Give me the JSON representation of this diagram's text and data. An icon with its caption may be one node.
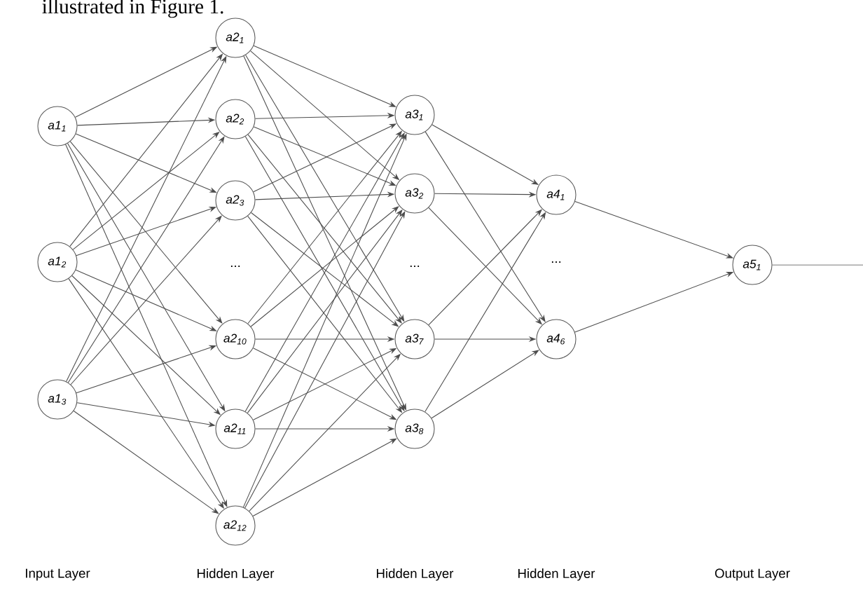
{
  "diagram": {
    "nodes": [
      {
        "text": [
          "a1$_{1}$"
        ]
      },
      {
        "text": [
          "a1$_{2}$"
        ]
      },
      {
        "text": [
          "a1$_{3}$"
        ]
      },
      {
        "text": [
          "a2$_{1}$"
        ]
      },
      {
        "text": [
          "a2$_{2}$"
        ]
      },
      {
        "text": [
          "a2$_{3}$"
        ]
      },
      {
        "text": [
          "a2$_{10}$"
        ]
      },
      {
        "text": [
          "a2$_{11}$"
        ]
      },
      {
        "text": [
          "a2$_{12}$"
        ]
      },
      {
        "text": [
          "a3$_{1}$"
        ]
      },
      {
        "text": [
          "a3$_{2}$"
        ]
      },
      {
        "text": [
          "a3$_{7}$"
        ]
      },
      {
        "text": [
          "a3$_{8}$"
        ]
      },
      {
        "text": [
          "a4$_{1}$"
        ]
      },
      {
        "text": [
          "a4$_{6}$"
        ]
      },
      {
        "text": [
          "a5$_{1}$"
        ]
      }
    ],
    "edges": [
      {
        "from": 0,
        "to": 3,
        "arrow": "to"
      },
      {
        "from": 0,
        "to": 4,
        "arrow": "to"
      },
      {
        "from": 0,
        "to": 5,
        "arrow": "to"
      },
      {
        "from": 0,
        "to": 6,
        "arrow": "to"
      },
      {
        "from": 0,
        "to": 7,
        "arrow": "to"
      },
      {
        "from": 0,
        "to": 8,
        "arrow": "to"
      },
      {
        "from": 1,
        "to": 3,
        "arrow": "to"
      },
      {
        "from": 1,
        "to": 4,
        "arrow": "to"
      },
      {
        "from": 1,
        "to": 5,
        "arrow": "to"
      },
      {
        "from": 1,
        "to": 6,
        "arrow": "to"
      },
      {
        "from": 1,
        "to": 7,
        "arrow": "to"
      },
      {
        "from": 1,
        "to": 8,
        "arrow": "to"
      },
      {
        "from": 2,
        "to": 3,
        "arrow": "to"
      },
      {
        "from": 2,
        "to": 4,
        "arrow": "to"
      },
      {
        "from": 2,
        "to": 5,
        "arrow": "to"
      },
      {
        "from": 2,
        "to": 6,
        "arrow": "to"
      },
      {
        "from": 2,
        "to": 7,
        "arrow": "to"
      },
      {
        "from": 2,
        "to": 8,
        "arrow": "to"
      },
      {
        "from": 3,
        "to": 9,
        "arrow": "to"
      },
      {
        "from": 3,
        "to": 10,
        "arrow": "to"
      },
      {
        "from": 3,
        "to": 11,
        "arrow": "to"
      },
      {
        "from": 3,
        "to": 12,
        "arrow": "to"
      },
      {
        "from": 4,
        "to": 9,
        "arrow": "to"
      },
      {
        "from": 4,
        "to": 10,
        "arrow": "to"
      },
      {
        "from": 4,
        "to": 11,
        "arrow": "to"
      },
      {
        "from": 4,
        "to": 12,
        "arrow": "to"
      },
      {
        "from": 5,
        "to": 9,
        "arrow": "to"
      },
      {
        "from": 5,
        "to": 10,
        "arrow": "to"
      },
      {
        "from": 5,
        "to": 11,
        "arrow": "to"
      },
      {
        "from": 5,
        "to": 12,
        "arrow": "to"
      },
      {
        "from": 6,
        "to": 9,
        "arrow": "to"
      },
      {
        "from": 6,
        "to": 10,
        "arrow": "to"
      },
      {
        "from": 6,
        "to": 11,
        "arrow": "to"
      },
      {
        "from": 6,
        "to": 12,
        "arrow": "to"
      },
      {
        "from": 7,
        "to": 9,
        "arrow": "to"
      },
      {
        "from": 7,
        "to": 10,
        "arrow": "to"
      },
      {
        "from": 7,
        "to": 11,
        "arrow": "to"
      },
      {
        "from": 7,
        "to": 12,
        "arrow": "to"
      },
      {
        "from": 8,
        "to": 9,
        "arrow": "to"
      },
      {
        "from": 8,
        "to": 10,
        "arrow": "to"
      },
      {
        "from": 8,
        "to": 11,
        "arrow": "to"
      },
      {
        "from": 8,
        "to": 12,
        "arrow": "to"
      },
      {
        "from": 9,
        "to": 13,
        "arrow": "to"
      },
      {
        "from": 9,
        "to": 14,
        "arrow": "to"
      },
      {
        "from": 10,
        "to": 13,
        "arrow": "to"
      },
      {
        "from": 10,
        "to": 14,
        "arrow": "to"
      },
      {
        "from": 11,
        "to": 13,
        "arrow": "to"
      },
      {
        "from": 11,
        "to": 14,
        "arrow": "to"
      },
      {
        "from": 12,
        "to": 13,
        "arrow": "to"
      },
      {
        "from": 12,
        "to": 14,
        "arrow": "to"
      },
      {
        "from": 13,
        "to": 15,
        "arrow": "to"
      },
      {
        "from": 14,
        "to": 15,
        "arrow": "to"
      },
      {
        "from": 15,
        "to": null,
        "arrow": "none"
      }
    ],
    "labels": [
      "illustrated in Figure 1.",
      "...",
      "...",
      "...",
      "Input Layer",
      "Hidden Layer",
      "Hidden Layer",
      "Hidden Layer",
      "Output Layer"
    ]
  }
}
